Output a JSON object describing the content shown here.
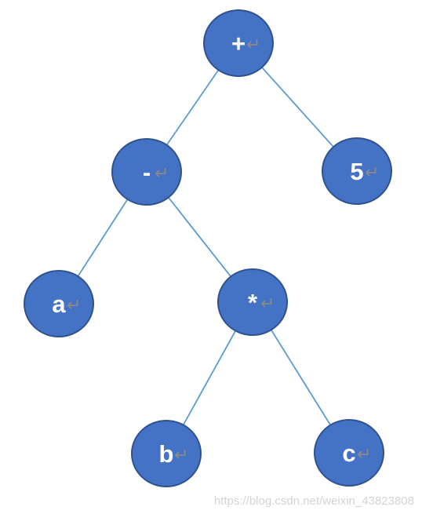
{
  "tree": {
    "nodes": [
      {
        "id": "plus",
        "label": "+",
        "mark": "↵"
      },
      {
        "id": "minus",
        "label": "-",
        "mark": "↵"
      },
      {
        "id": "five",
        "label": "5",
        "mark": "↵"
      },
      {
        "id": "a",
        "label": "a",
        "mark": "↵"
      },
      {
        "id": "times",
        "label": "*",
        "mark": "↵"
      },
      {
        "id": "b",
        "label": "b",
        "mark": "↵"
      },
      {
        "id": "c",
        "label": "c",
        "mark": "↵"
      }
    ],
    "edges": [
      {
        "from": "plus",
        "to": "minus"
      },
      {
        "from": "plus",
        "to": "five"
      },
      {
        "from": "minus",
        "to": "a"
      },
      {
        "from": "minus",
        "to": "times"
      },
      {
        "from": "times",
        "to": "b"
      },
      {
        "from": "times",
        "to": "c"
      }
    ]
  },
  "colors": {
    "node_fill": "#4472c4",
    "node_stroke": "#2f528f",
    "edge": "#5b9bd5",
    "label": "#ffffff",
    "paragraph_mark": "#8a8a8a"
  },
  "watermark": "https://blog.csdn.net/weixin_43823808"
}
